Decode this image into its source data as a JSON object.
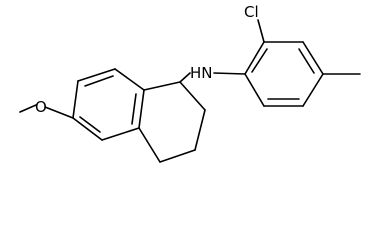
{
  "molecule": {
    "atoms": {
      "chlorine": "Cl",
      "amine": "HN",
      "oxygen": "O"
    }
  }
}
